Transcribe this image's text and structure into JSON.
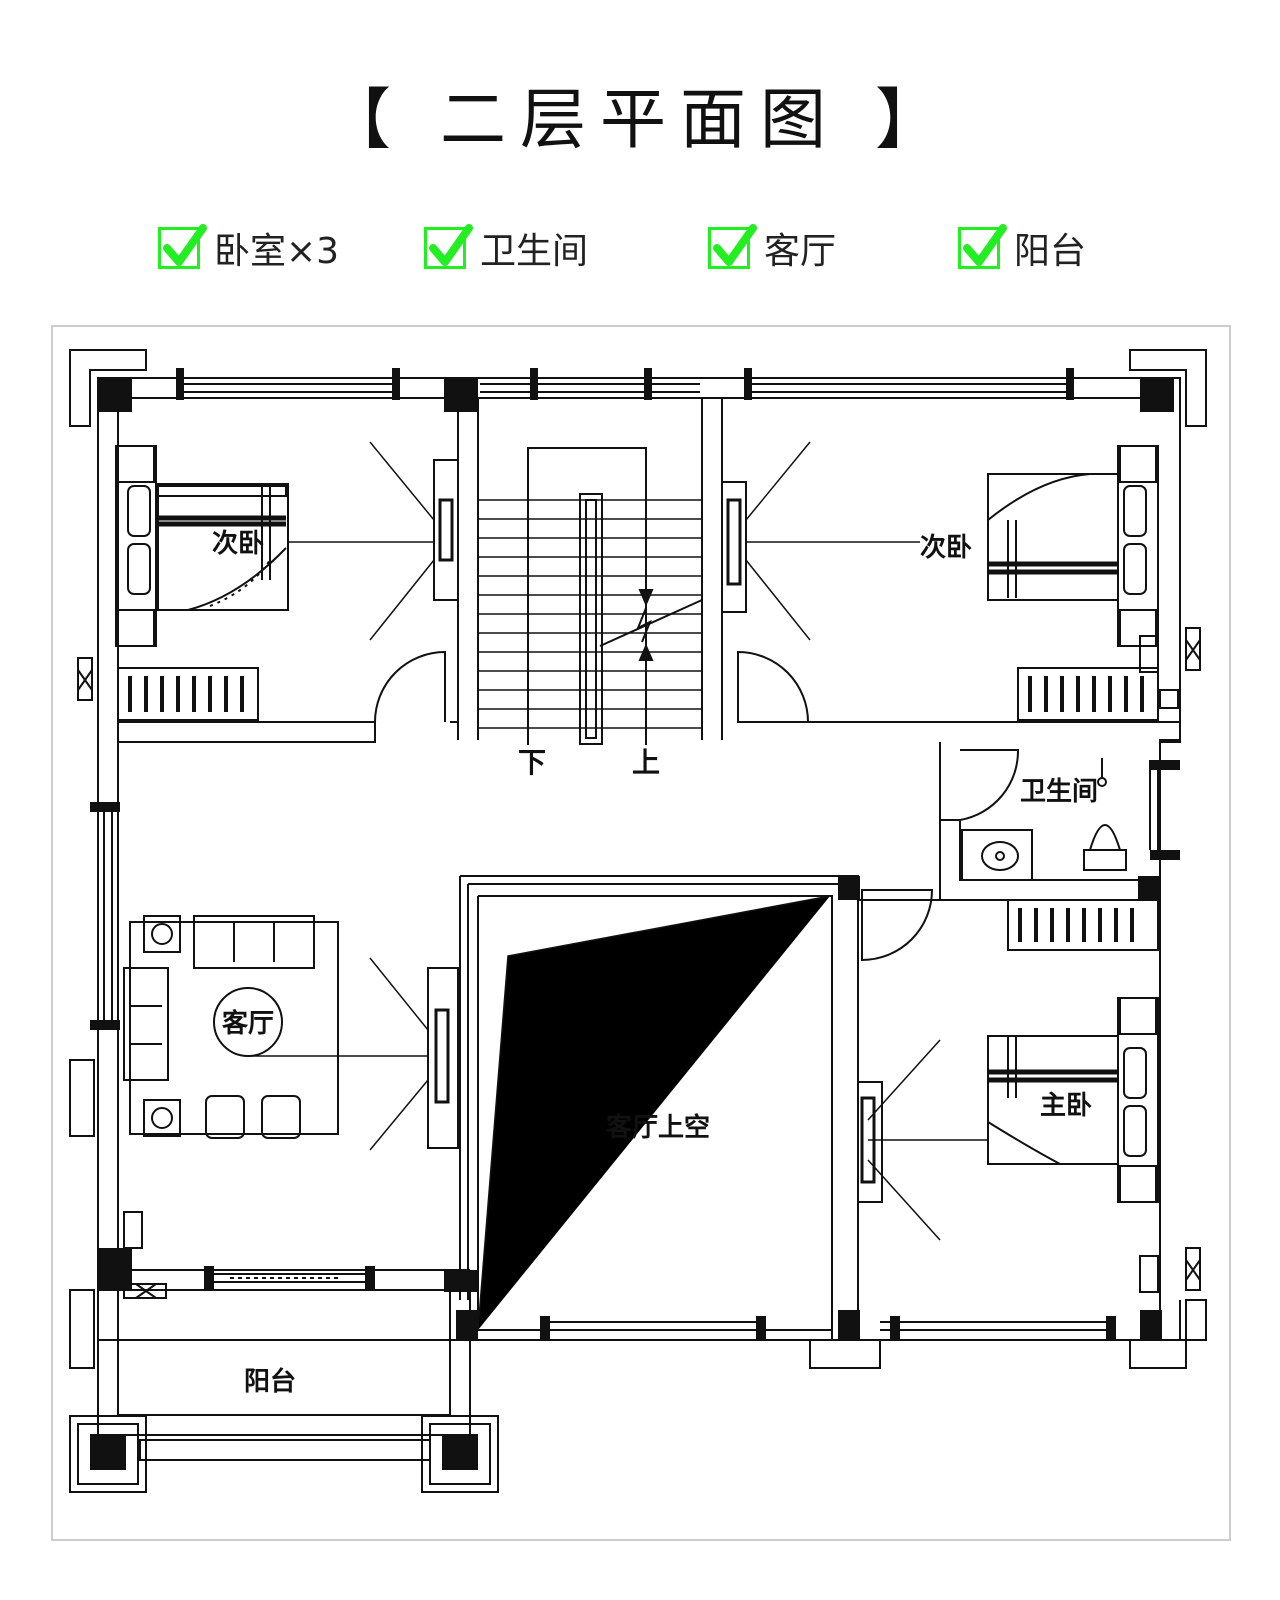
{
  "title": "【 二层平面图 】",
  "features": [
    {
      "label": "卧室×3"
    },
    {
      "label": "卫生间"
    },
    {
      "label": "客厅"
    },
    {
      "label": "阳台"
    }
  ],
  "rooms": {
    "bedroom_nw": "次卧",
    "bedroom_ne": "次卧",
    "bathroom": "卫生间",
    "living": "客厅",
    "living_void": "客厅上空",
    "master": "主卧",
    "balcony": "阳台"
  },
  "stairs": {
    "down": "下",
    "up": "上"
  },
  "colors": {
    "check": "#22ee22",
    "wall": "#111111",
    "frame": "#cccccc"
  }
}
